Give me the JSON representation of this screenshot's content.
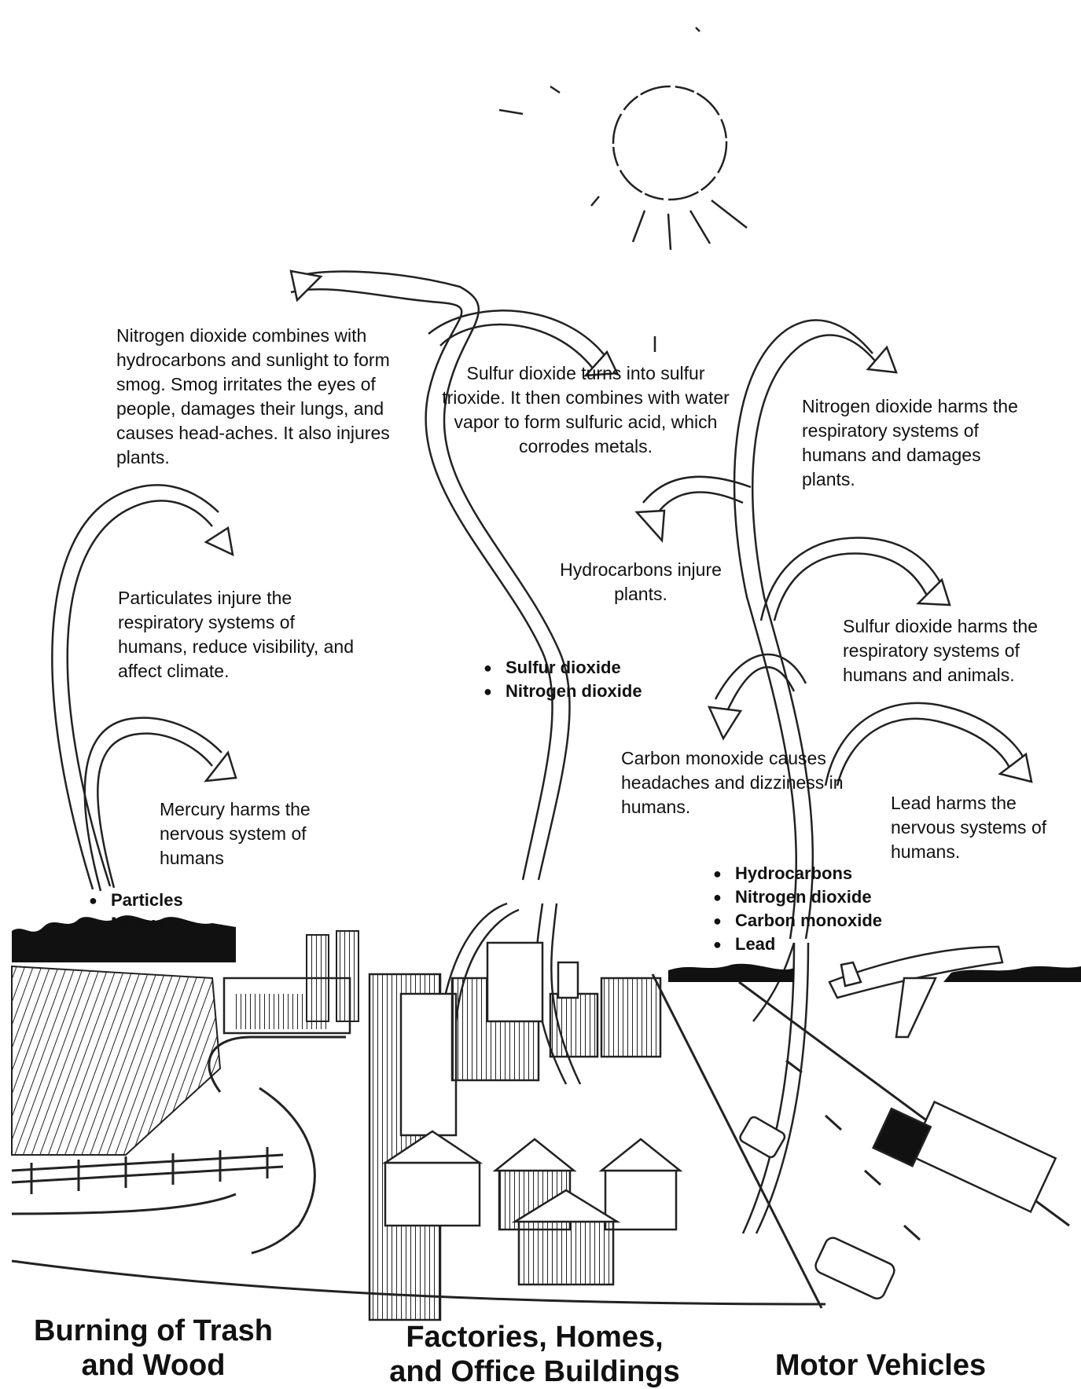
{
  "effects": {
    "smog": "Nitrogen dioxide combines with hydrocarbons and sunlight to form smog. Smog irritates the eyes of people, damages their lungs, and causes head-aches. It also injures plants.",
    "sulfur_acid": "Sulfur dioxide turns into sulfur trioxide. It then combines with water vapor to form sulfuric acid, which corrodes metals.",
    "no2_respiratory": "Nitrogen dioxide harms the respiratory systems of humans and damages plants.",
    "particulates": "Particulates injure the respiratory systems of humans, reduce visibility, and affect climate.",
    "hydrocarbons": "Hydrocarbons injure plants.",
    "so2_respiratory": "Sulfur dioxide harms the respiratory systems of humans and animals.",
    "mercury": "Mercury harms the nervous system of humans",
    "carbon_monoxide": "Carbon monoxide causes headaches and dizziness in humans.",
    "lead": "Lead harms the nervous systems of humans."
  },
  "pollutants": {
    "trash": [
      "Particles",
      "Mercury"
    ],
    "factories": [
      "Sulfur dioxide",
      "Nitrogen dioxide"
    ],
    "vehicles": [
      "Hydrocarbons",
      "Nitrogen dioxide",
      "Carbon monoxide",
      "Lead"
    ]
  },
  "sources": {
    "trash": [
      "Burning of Trash",
      "and Wood"
    ],
    "factories": [
      "Factories, Homes,",
      "and Office Buildings"
    ],
    "vehicles": [
      "Motor Vehicles"
    ]
  }
}
